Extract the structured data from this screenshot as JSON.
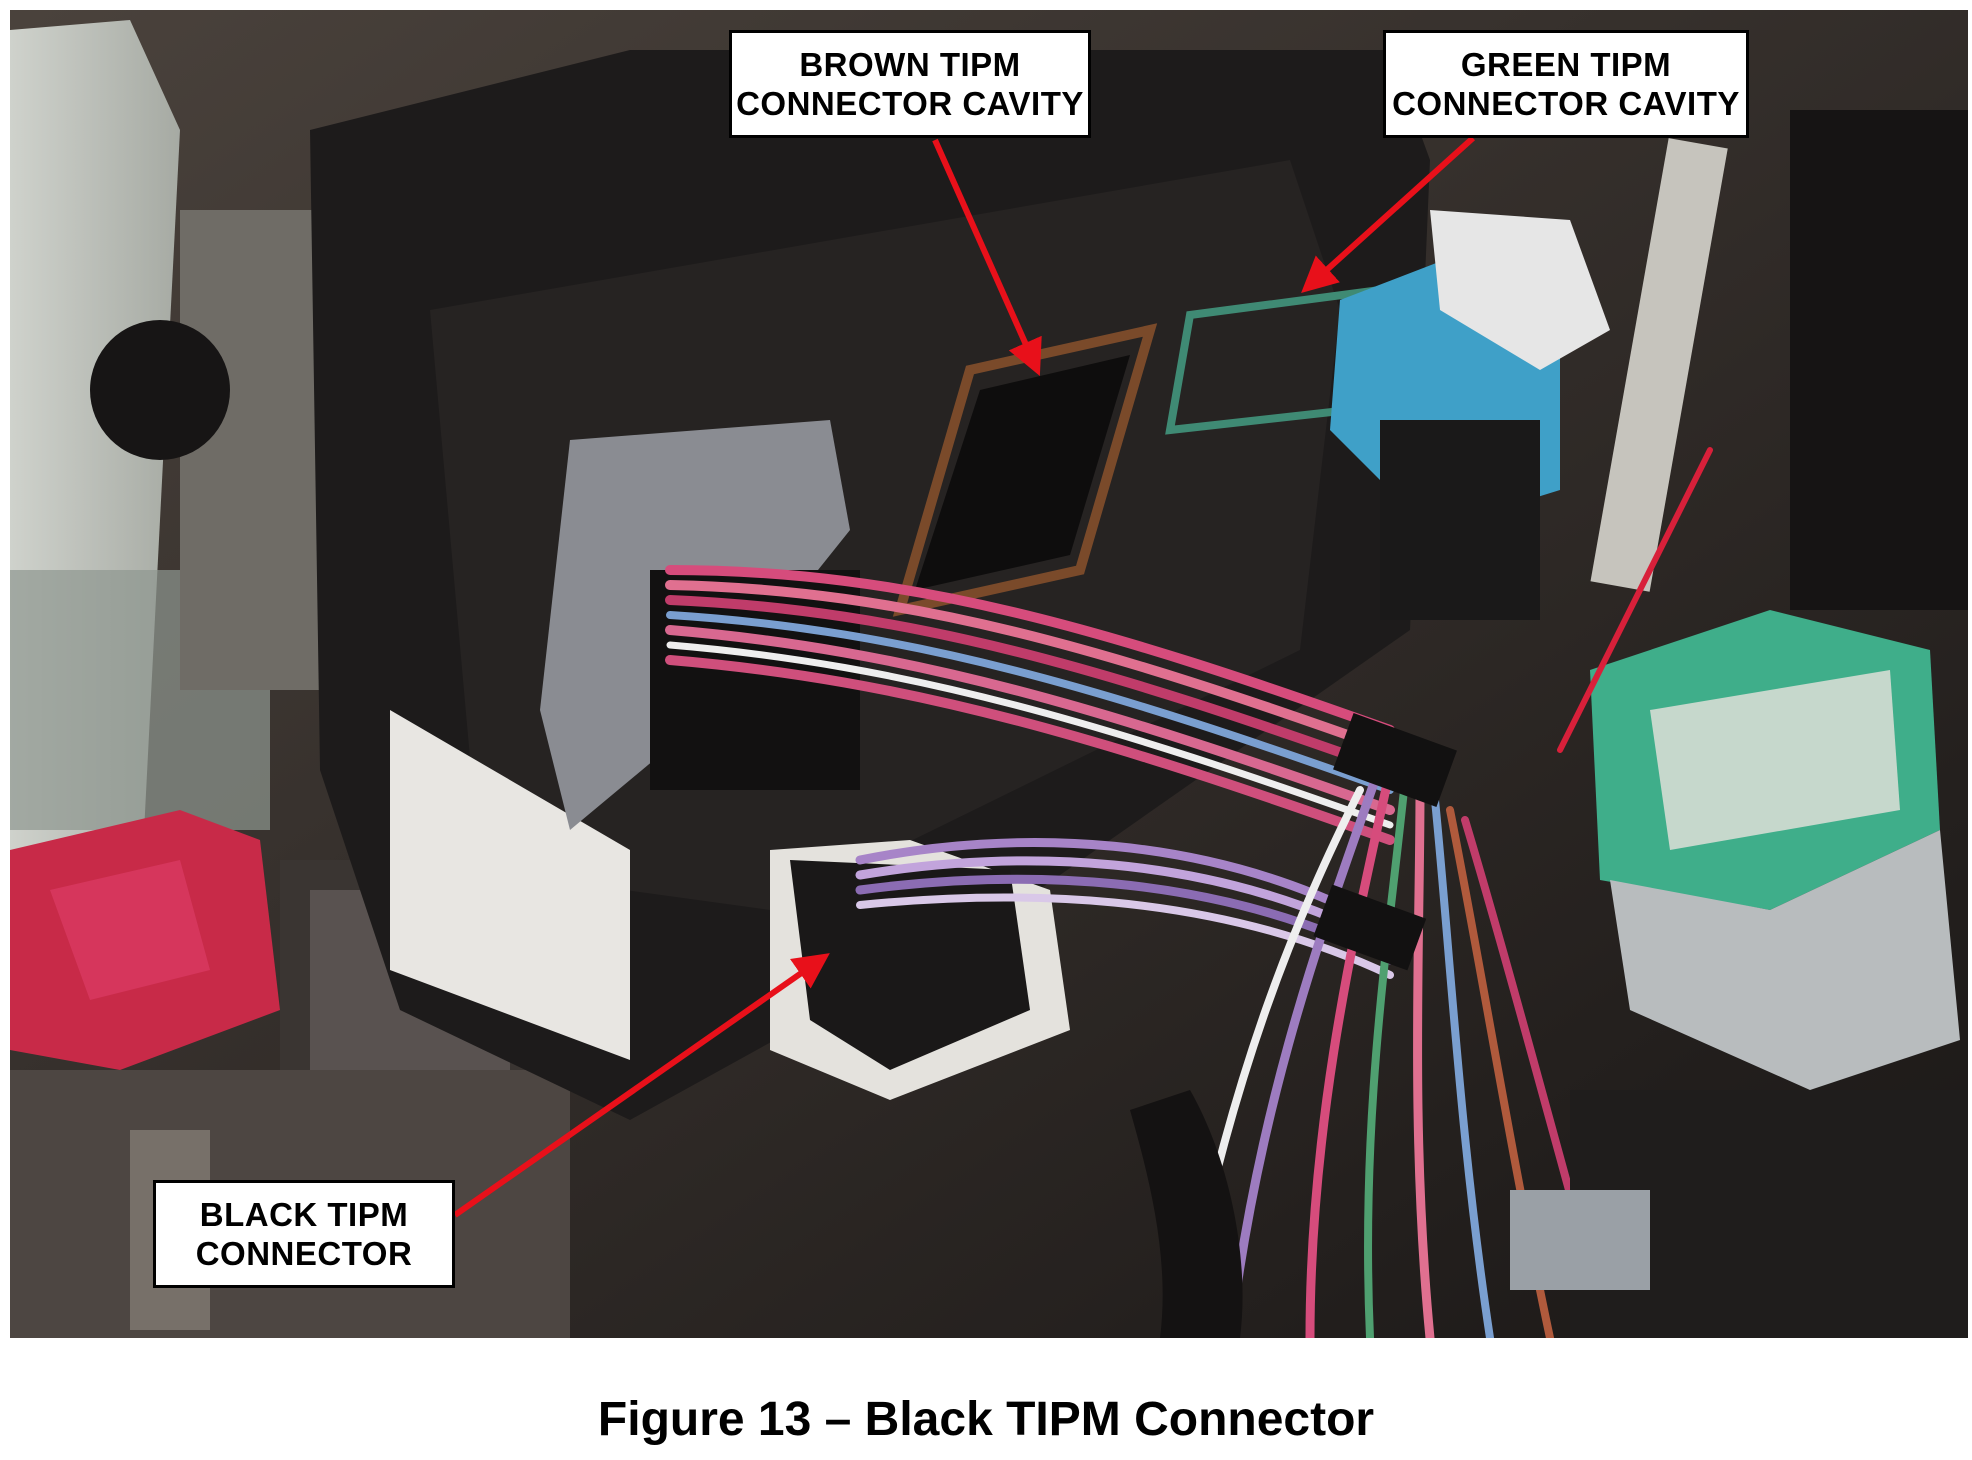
{
  "callouts": {
    "brown_cavity": {
      "line1": "BROWN TIPM",
      "line2": "CONNECTOR CAVITY"
    },
    "green_cavity": {
      "line1": "GREEN TIPM",
      "line2": "CONNECTOR CAVITY"
    },
    "black_connector": {
      "line1": "BLACK TIPM",
      "line2": "CONNECTOR"
    }
  },
  "caption": "Figure 13 – Black TIPM Connector",
  "colors": {
    "arrow": "#e8101a",
    "housing": "#1d1b1b",
    "brown_cavity_frame": "#7a4a2a",
    "green_connector": "#3fae8a",
    "blue_connector": "#3fa0c8",
    "background": "#ffffff"
  }
}
